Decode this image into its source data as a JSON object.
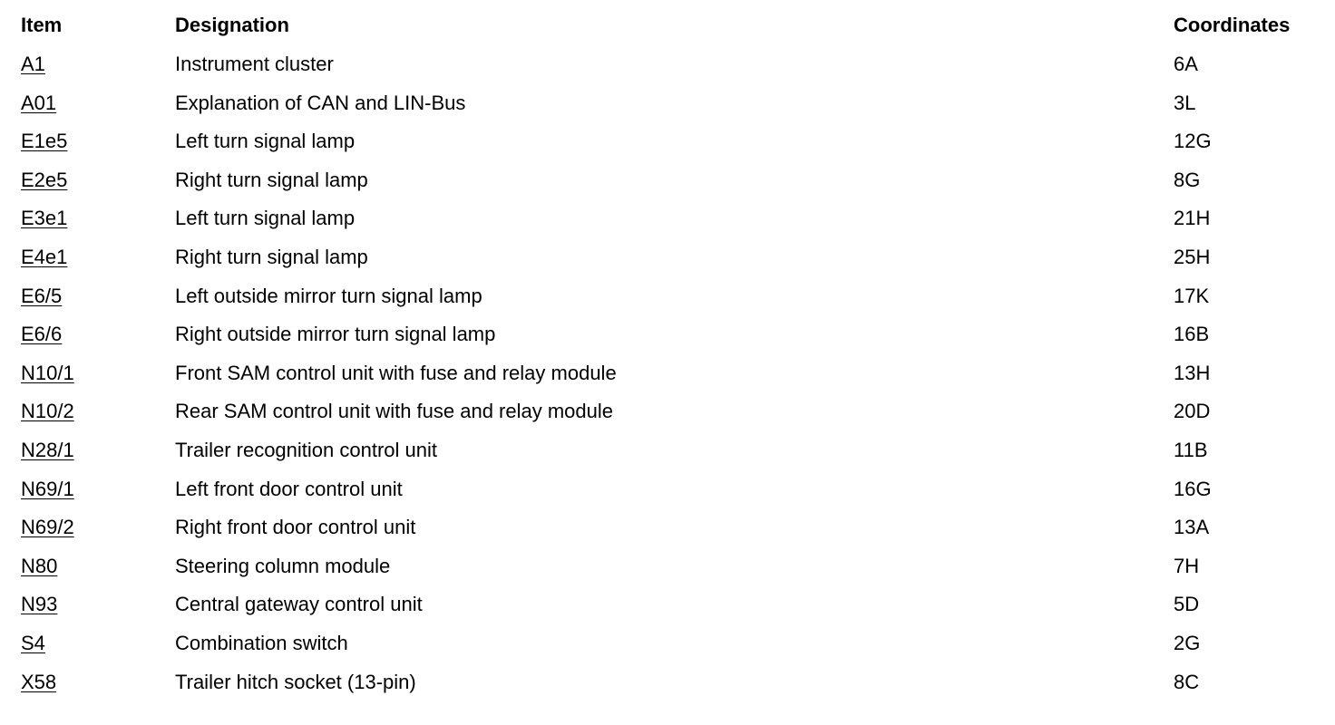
{
  "table": {
    "headers": {
      "item": "Item",
      "designation": "Designation",
      "coordinates": "Coordinates"
    },
    "rows": [
      {
        "item": "A1",
        "designation": "Instrument cluster",
        "coordinates": "6A"
      },
      {
        "item": "A01",
        "designation": "Explanation of CAN and LIN-Bus",
        "coordinates": "3L"
      },
      {
        "item": "E1e5",
        "designation": "Left turn signal lamp",
        "coordinates": "12G"
      },
      {
        "item": "E2e5",
        "designation": "Right turn signal lamp",
        "coordinates": "8G"
      },
      {
        "item": "E3e1",
        "designation": "Left turn signal lamp",
        "coordinates": "21H"
      },
      {
        "item": "E4e1",
        "designation": "Right turn signal lamp",
        "coordinates": "25H"
      },
      {
        "item": "E6/5",
        "designation": "Left outside mirror turn signal lamp",
        "coordinates": "17K"
      },
      {
        "item": "E6/6",
        "designation": "Right outside mirror turn signal lamp",
        "coordinates": "16B"
      },
      {
        "item": "N10/1",
        "designation": "Front SAM control unit with fuse and relay module",
        "coordinates": "13H"
      },
      {
        "item": "N10/2",
        "designation": "Rear SAM control unit with fuse and relay module",
        "coordinates": "20D"
      },
      {
        "item": "N28/1",
        "designation": "Trailer recognition control unit",
        "coordinates": "11B"
      },
      {
        "item": "N69/1",
        "designation": "Left front door control unit",
        "coordinates": "16G"
      },
      {
        "item": "N69/2",
        "designation": "Right front door control unit",
        "coordinates": "13A"
      },
      {
        "item": "N80",
        "designation": "Steering column module",
        "coordinates": "7H"
      },
      {
        "item": "N93",
        "designation": "Central gateway control unit",
        "coordinates": "5D"
      },
      {
        "item": "S4",
        "designation": "Combination switch",
        "coordinates": "2G"
      },
      {
        "item": "X58",
        "designation": "Trailer hitch socket (13-pin)",
        "coordinates": "8C"
      }
    ]
  }
}
